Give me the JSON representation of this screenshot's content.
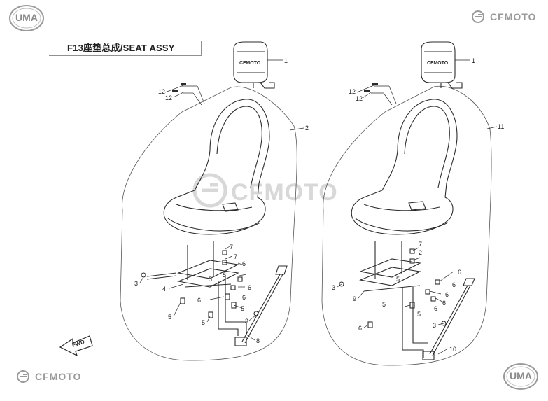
{
  "logos": {
    "uma_top_left": "UMA",
    "cfmoto_top_right": "CFMOTO",
    "cfmoto_bottom_left": "CFMOTO",
    "uma_bottom_right": "UMA",
    "watermark": "CFMOTO"
  },
  "title": "F13座垫总成/SEAT ASSY",
  "seat_brand": "CFMOTO",
  "fwd_arrow": "FWD",
  "left_assembly": {
    "callouts": {
      "c1": "1",
      "c2": "2",
      "c12a": "12",
      "c12b": "12",
      "c3a": "3",
      "c3b": "3",
      "c4": "4",
      "c5a": "5",
      "c5b": "5",
      "c5c": "5",
      "c5d": "5",
      "c5e": "5",
      "c6a": "6",
      "c6b": "6",
      "c6c": "6",
      "c6d": "6",
      "c7a": "7",
      "c7b": "7",
      "c8": "8"
    }
  },
  "right_assembly": {
    "callouts": {
      "c1": "1",
      "c11": "11",
      "c12a": "12",
      "c12b": "12",
      "c3a": "3",
      "c3b": "3",
      "c9": "9",
      "c10": "10",
      "c5a": "5",
      "c5b": "5",
      "c5c": "5",
      "c6a": "6",
      "c6b": "6",
      "c6c": "6",
      "c6d": "6",
      "c6e": "6",
      "c6f": "6",
      "c7": "7",
      "c2": "2"
    }
  },
  "colors": {
    "line": "#2b2b2b",
    "logo_grey": "#9a9a9a",
    "watermark_grey": "#b9b9b9"
  }
}
